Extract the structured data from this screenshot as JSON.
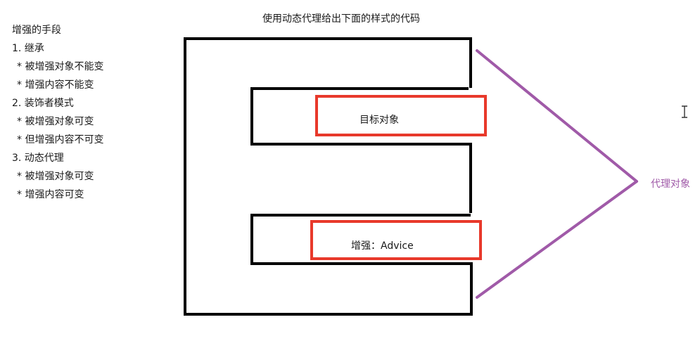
{
  "title": "使用动态代理给出下面的样式的代码",
  "notes": {
    "heading": "增强的手段",
    "items": [
      "1.  继承",
      "* 被增强对象不能变",
      "* 增强内容不能变",
      "2. 装饰者模式",
      "* 被增强对象可变",
      "* 但增强内容不可变",
      "3. 动态代理",
      "* 被增强对象可变",
      "* 增强内容可变"
    ]
  },
  "diagram": {
    "target_label": "目标对象",
    "advice_label": "增强：Advice",
    "proxy_label": "代理对象",
    "colors": {
      "outline": "#000000",
      "highlight_box": "#e8392b",
      "proxy": "#a05aa8"
    }
  },
  "icons": {
    "cursor": "text-cursor-icon"
  }
}
